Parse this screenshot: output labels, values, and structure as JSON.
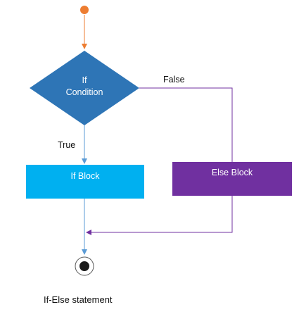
{
  "diagram": {
    "decision": {
      "line1": "If",
      "line2": "Condition",
      "color": "#2E75B6"
    },
    "if_block": {
      "label": "If Block",
      "color": "#00B0F0"
    },
    "else_block": {
      "label": "Else Block",
      "color": "#7030A0"
    },
    "edges": {
      "true_label": "True",
      "false_label": "False"
    },
    "start_node_color": "#ED7D31",
    "arrow_color_start": "#ED7D31",
    "arrow_color_true": "#5B9BD5",
    "arrow_color_false": "#7030A0"
  },
  "caption": "If-Else statement"
}
